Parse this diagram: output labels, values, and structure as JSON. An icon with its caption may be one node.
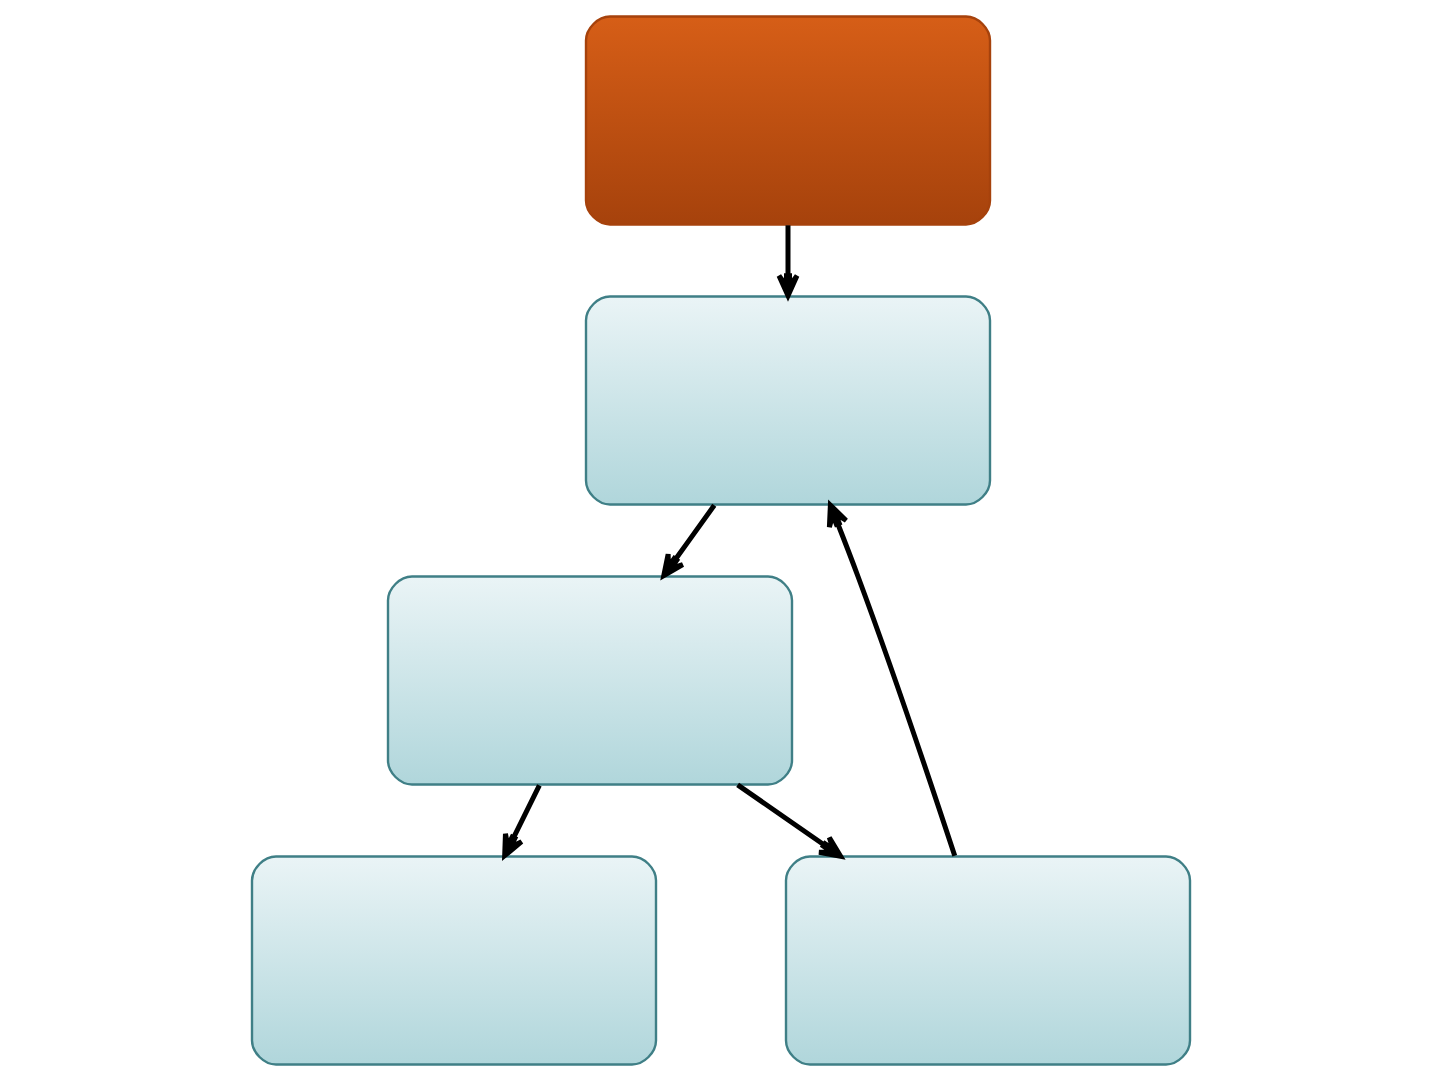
{
  "diagram": {
    "nodes": [
      {
        "text": [],
        "shape": "box"
      },
      {
        "text": [],
        "shape": "box"
      },
      {
        "text": [],
        "shape": "box"
      },
      {
        "text": [],
        "shape": "box"
      },
      {
        "text": [],
        "shape": "box"
      }
    ],
    "edges": [
      {
        "from": 0,
        "to": 1,
        "arrow": "to"
      },
      {
        "from": 1,
        "to": 2,
        "arrow": "to"
      },
      {
        "from": 2,
        "to": 3,
        "arrow": "to"
      },
      {
        "from": 2,
        "to": 4,
        "arrow": "to"
      },
      {
        "from": 4,
        "to": 1,
        "arrow": "to"
      }
    ]
  }
}
